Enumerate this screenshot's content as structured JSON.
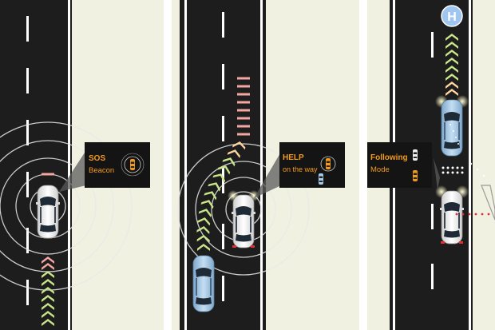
{
  "panels": [
    {
      "id": "sos",
      "callout_title": "SOS",
      "callout_sub": "Beacon"
    },
    {
      "id": "help",
      "callout_title": "HELP",
      "callout_sub": "on the way"
    },
    {
      "id": "following",
      "callout_title": "Following",
      "callout_sub": "Mode",
      "hospital_letter": "H"
    }
  ],
  "colors": {
    "road": "#1d1d1d",
    "shoulder": "#f1f1e1",
    "divider": "#ffffff",
    "callout_bg": "#141414",
    "callout_title": "#f39a1e",
    "callout_sub": "#f39a1e",
    "chevron_green": "#c9e58a",
    "chevron_pink": "#f4a7a0",
    "hospital_blue": "#9fc6f0",
    "car_white": "#f5f5f5",
    "car_blue": "#a8cdec"
  }
}
